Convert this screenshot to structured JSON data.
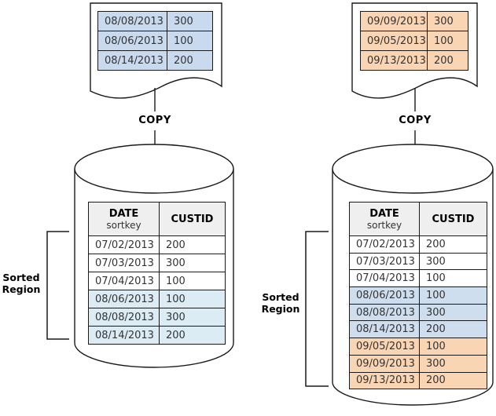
{
  "colors": {
    "doc_blue": "#c9daee",
    "table_left_blue": "#dcecf4",
    "table_right_blue": "#cfdeee",
    "orange": "#fad5b3",
    "header_gray": "#efefef",
    "line": "#1a1a1a",
    "cell_text": "#333333"
  },
  "left": {
    "source_file": {
      "rows": [
        {
          "date": "08/08/2013",
          "custid": "300"
        },
        {
          "date": "08/06/2013",
          "custid": "100"
        },
        {
          "date": "08/14/2013",
          "custid": "200"
        }
      ]
    },
    "copy_label": "COPY",
    "table": {
      "header": {
        "col1_line1": "DATE",
        "col1_line2": "sortkey",
        "col2": "CUSTID"
      },
      "rows": [
        {
          "date": "07/02/2013",
          "custid": "200",
          "hl": "white"
        },
        {
          "date": "07/03/2013",
          "custid": "300",
          "hl": "white"
        },
        {
          "date": "07/04/2013",
          "custid": "100",
          "hl": "white"
        },
        {
          "date": "08/06/2013",
          "custid": "100",
          "hl": "blue"
        },
        {
          "date": "08/08/2013",
          "custid": "300",
          "hl": "blue"
        },
        {
          "date": "08/14/2013",
          "custid": "200",
          "hl": "blue"
        }
      ]
    },
    "sorted_region": {
      "line1": "Sorted",
      "line2": "Region"
    }
  },
  "right": {
    "source_file": {
      "rows": [
        {
          "date": "09/09/2013",
          "custid": "300"
        },
        {
          "date": "09/05/2013",
          "custid": "100"
        },
        {
          "date": "09/13/2013",
          "custid": "200"
        }
      ]
    },
    "copy_label": "COPY",
    "table": {
      "header": {
        "col1_line1": "DATE",
        "col1_line2": "sortkey",
        "col2": "CUSTID"
      },
      "rows": [
        {
          "date": "07/02/2013",
          "custid": "200",
          "hl": "white"
        },
        {
          "date": "07/03/2013",
          "custid": "300",
          "hl": "white"
        },
        {
          "date": "07/04/2013",
          "custid": "100",
          "hl": "white"
        },
        {
          "date": "08/06/2013",
          "custid": "100",
          "hl": "blue"
        },
        {
          "date": "08/08/2013",
          "custid": "300",
          "hl": "blue"
        },
        {
          "date": "08/14/2013",
          "custid": "200",
          "hl": "blue"
        },
        {
          "date": "09/05/2013",
          "custid": "100",
          "hl": "orange"
        },
        {
          "date": "09/09/2013",
          "custid": "300",
          "hl": "orange"
        },
        {
          "date": "09/13/2013",
          "custid": "200",
          "hl": "orange"
        }
      ]
    },
    "sorted_region": {
      "line1": "Sorted",
      "line2": "Region"
    }
  }
}
